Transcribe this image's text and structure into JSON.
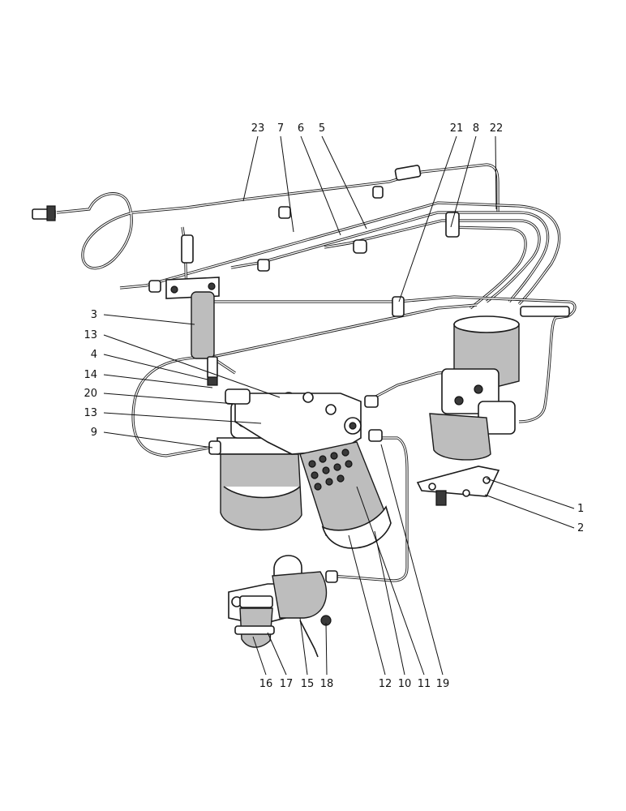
{
  "diagram": {
    "labels": [
      "23",
      "7",
      "6",
      "5",
      "21",
      "8",
      "22",
      "3",
      "13",
      "4",
      "14",
      "20",
      "13",
      "9",
      "1",
      "2",
      "16",
      "17",
      "15",
      "18",
      "12",
      "10",
      "11",
      "19"
    ]
  }
}
